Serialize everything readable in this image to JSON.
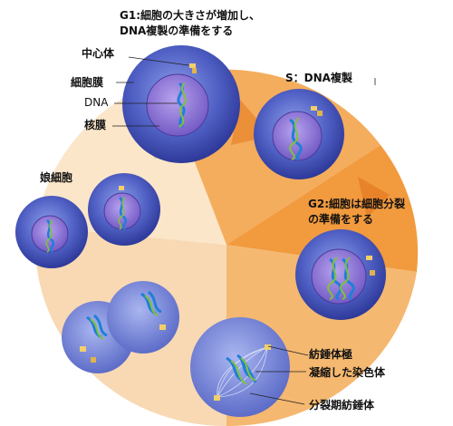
{
  "phases": {
    "g1": {
      "title": "G1:細胞の大きさが増加し、",
      "title2": "DNA複製の準備をする"
    },
    "s": {
      "title": "S：DNA複製"
    },
    "g2": {
      "title": "G2:細胞は細胞分裂",
      "title2": "の準備をする"
    }
  },
  "labels": {
    "centrosome": "中心体",
    "cell_membrane": "細胞膜",
    "dna": "DNA",
    "nuclear_membrane": "核膜",
    "daughter_cells": "娘細胞",
    "spindle_pole": "紡錘体極",
    "condensed_chromosome": "凝縮した染色体",
    "mitotic_spindle": "分裂期紡錘体"
  },
  "colors": {
    "cycle_orange": "#f3a24a",
    "cycle_light": "#f8d9b3",
    "cell_outer": "#3f4fb8",
    "cell_inner": "#6f7fd6",
    "nucleus": "#8f73d2",
    "dna_blue": "#1f7fd8",
    "dna_green": "#7ec23c",
    "centrosome": "#f2cf6a"
  }
}
